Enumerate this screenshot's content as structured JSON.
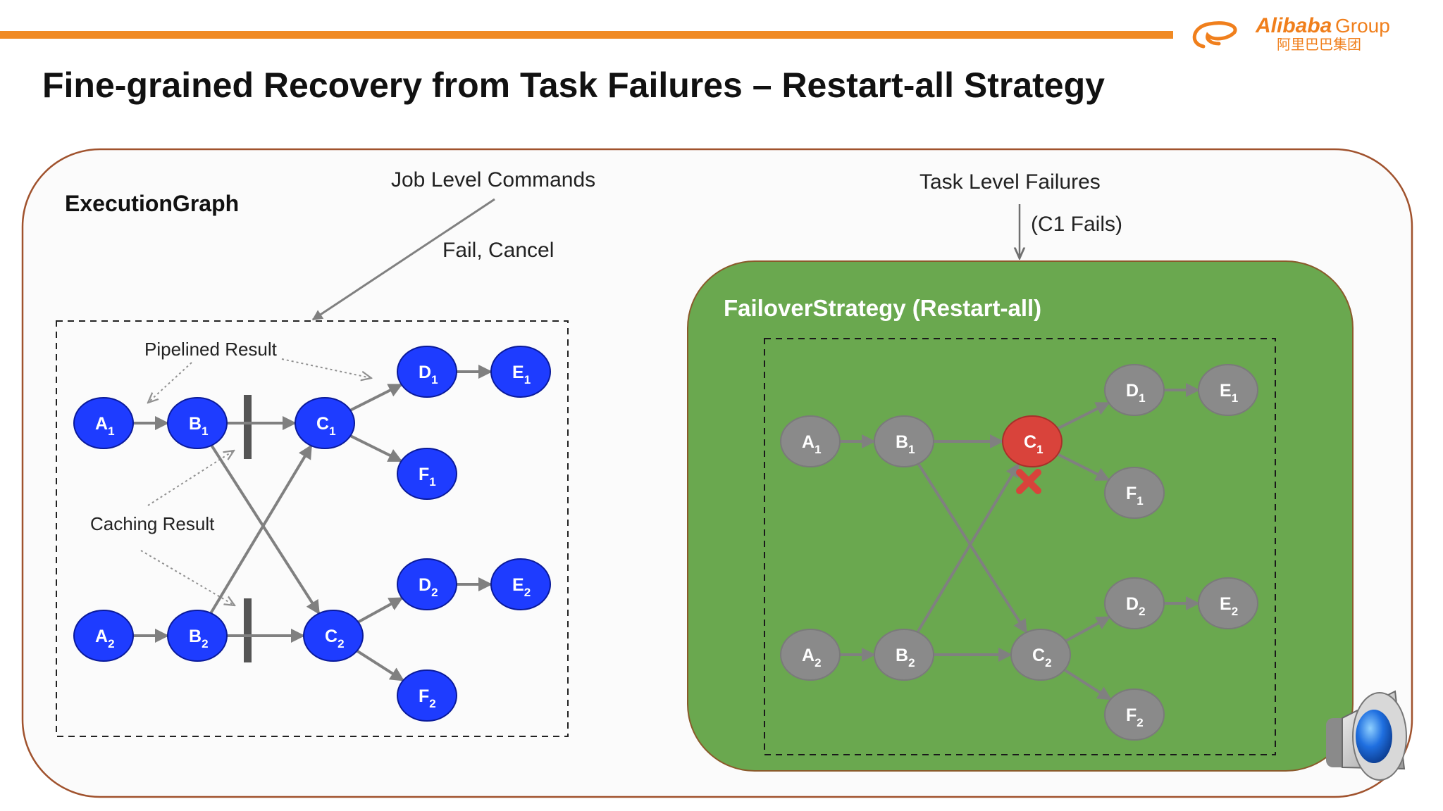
{
  "slide": {
    "title": "Fine-grained Recovery from Task Failures – Restart-all Strategy"
  },
  "logo": {
    "brand": "Alibaba",
    "group": "Group",
    "chinese": "阿里巴巴集团"
  },
  "colors": {
    "accent_bar": "#f08a24",
    "logo_orange": "#f07f1c",
    "outer_border": "#a0522d",
    "node_blue": "#1e3cff",
    "node_gray": "#8a8a8a",
    "node_failed": "#d9433b",
    "failover_green": "#6aa84f"
  },
  "labels": {
    "execution_graph": "ExecutionGraph",
    "job_level_commands": "Job Level Commands",
    "fail_cancel": "Fail, Cancel",
    "task_level_failures": "Task Level Failures",
    "c1_fails": "(C1 Fails)",
    "failover_strategy": "FailoverStrategy (Restart-all)",
    "pipelined_result": "Pipelined Result",
    "caching_result": "Caching Result"
  },
  "left_graph": {
    "nodes": [
      {
        "letter": "A",
        "sub": "1"
      },
      {
        "letter": "B",
        "sub": "1"
      },
      {
        "letter": "C",
        "sub": "1"
      },
      {
        "letter": "D",
        "sub": "1"
      },
      {
        "letter": "E",
        "sub": "1"
      },
      {
        "letter": "F",
        "sub": "1"
      },
      {
        "letter": "A",
        "sub": "2"
      },
      {
        "letter": "B",
        "sub": "2"
      },
      {
        "letter": "C",
        "sub": "2"
      },
      {
        "letter": "D",
        "sub": "2"
      },
      {
        "letter": "E",
        "sub": "2"
      },
      {
        "letter": "F",
        "sub": "2"
      }
    ]
  },
  "right_graph": {
    "failed_task": "C1",
    "nodes": [
      {
        "letter": "A",
        "sub": "1"
      },
      {
        "letter": "B",
        "sub": "1"
      },
      {
        "letter": "C",
        "sub": "1"
      },
      {
        "letter": "D",
        "sub": "1"
      },
      {
        "letter": "E",
        "sub": "1"
      },
      {
        "letter": "F",
        "sub": "1"
      },
      {
        "letter": "A",
        "sub": "2"
      },
      {
        "letter": "B",
        "sub": "2"
      },
      {
        "letter": "C",
        "sub": "2"
      },
      {
        "letter": "D",
        "sub": "2"
      },
      {
        "letter": "E",
        "sub": "2"
      },
      {
        "letter": "F",
        "sub": "2"
      }
    ]
  },
  "icons": {
    "speaker": "speaker-icon",
    "failure_mark": "failure-x-icon"
  }
}
